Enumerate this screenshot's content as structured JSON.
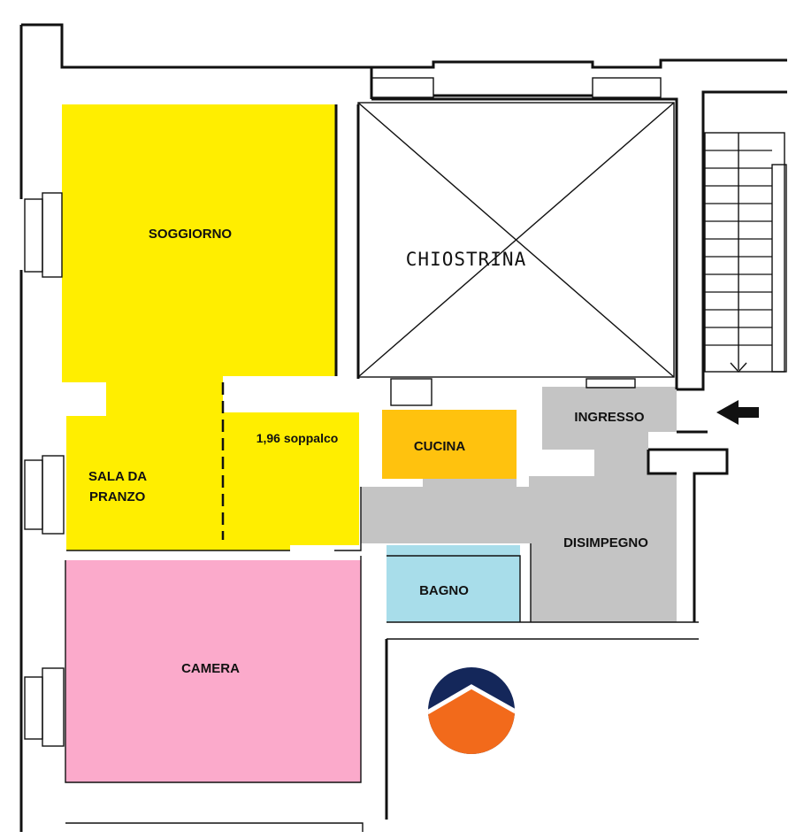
{
  "rooms": {
    "soggiorno": {
      "label": "SOGGIORNO",
      "color": "#FFEE00"
    },
    "sala_da_pranzo": {
      "label_line1": "SALA DA",
      "label_line2": "PRANZO",
      "color": "#FFEE00"
    },
    "soppalco": {
      "label": "1,96 soppalco",
      "color": "#FFEE00"
    },
    "chiostrina": {
      "label": "CHIOSTRINA"
    },
    "cucina": {
      "label": "CUCINA",
      "color": "#FFC20E"
    },
    "ingresso": {
      "label": "INGRESSO",
      "color": "#C4C4C4"
    },
    "disimpegno": {
      "label": "DISIMPEGNO",
      "color": "#C4C4C4"
    },
    "bagno": {
      "label": "BAGNO",
      "color": "#A8DDEA"
    },
    "camera": {
      "label": "CAMERA",
      "color": "#FBAACB"
    }
  },
  "icons": {
    "entrance_arrow": "entrance-arrow-icon",
    "logo": "agency-logo-icon"
  },
  "colors": {
    "wall": "#111111",
    "logo_navy": "#14275A",
    "logo_orange": "#F26A1B"
  }
}
